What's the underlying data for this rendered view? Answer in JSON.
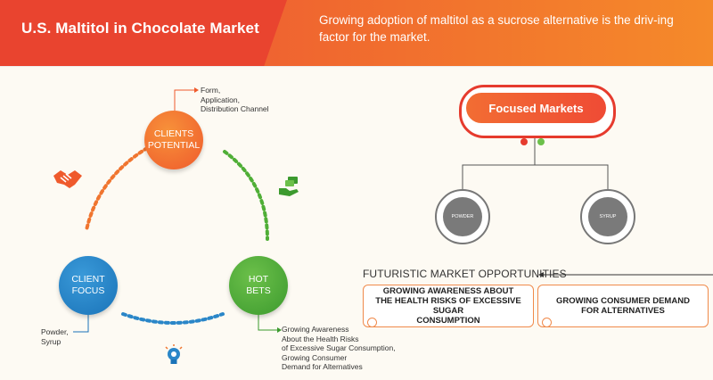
{
  "header": {
    "title": "U.S. Maltitol in Chocolate Market",
    "subtitle": "Growing adoption of maltitol as a sucrose alternative is the driv-ing factor for the market."
  },
  "cycle": {
    "potential": {
      "line1": "CLIENTS",
      "line2": "POTENTIAL",
      "note": [
        "Form,",
        "Application,",
        "Distribution Channel"
      ]
    },
    "focus": {
      "line1": "CLIENT",
      "line2": "FOCUS",
      "note": [
        "Powder,",
        "Syrup"
      ]
    },
    "hot": {
      "line1": "HOT",
      "line2": "BETS",
      "note": [
        "Growing Awareness",
        "About the Health Risks",
        "of Excessive Sugar Consumption,",
        "Growing Consumer",
        "Demand for Alternatives"
      ]
    }
  },
  "focused": {
    "title": "Focused Markets",
    "segments": [
      "POWDER",
      "SYRUP"
    ]
  },
  "opportunities": {
    "title": "FUTURISTIC MARKET OPPORTUNITIES",
    "items": [
      {
        "line1": "GROWING AWARENESS ABOUT",
        "line2": "THE HEALTH RISKS OF EXCESSIVE SUGAR",
        "line3": "CONSUMPTION"
      },
      {
        "line1": "GROWING CONSUMER DEMAND",
        "line2": "FOR ALTERNATIVES"
      }
    ]
  },
  "colors": {
    "orange": "#ef5a2c",
    "blue": "#1a73b8",
    "green": "#3c9a2e",
    "red": "#e63b2e"
  },
  "icons": [
    "handshake-icon",
    "money-hand-icon",
    "lightbulb-icon"
  ]
}
